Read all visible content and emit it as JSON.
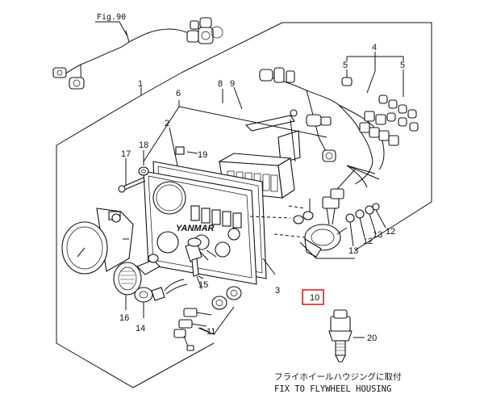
{
  "figure_ref": "Fig.90",
  "parts": {
    "p1": "1",
    "p2": "2",
    "p3": "3",
    "p4": "4",
    "p5a": "5",
    "p5b": "5",
    "p6": "6",
    "p8": "8",
    "p9": "9",
    "p10": "10",
    "p11": "11",
    "p12a": "12",
    "p12b": "12",
    "p13a": "13",
    "p13b": "13",
    "p14": "14",
    "p15": "15",
    "p16": "16",
    "p17": "17",
    "p18": "18",
    "p19": "19",
    "p20": "20"
  },
  "note": {
    "jp": "フライホイールハウジングに取付",
    "en": "FIX TO FLYWHEEL HOUSING"
  },
  "panel_brand": "YANMAR",
  "colors": {
    "line": "#111111",
    "highlight": "#e00000",
    "background": "#ffffff"
  }
}
